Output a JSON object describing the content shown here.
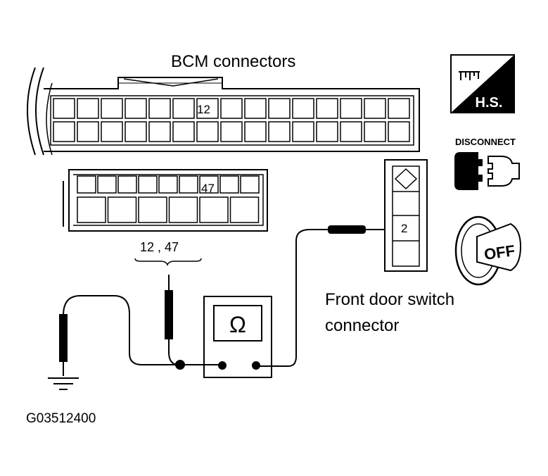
{
  "labels": {
    "bcm_title": "BCM connectors",
    "pin_12": "12",
    "pin_47": "47",
    "bcm_test_pins": "12 , 47",
    "door_pin_2": "2",
    "door_title_1": "Front door switch",
    "door_title_2": "connector",
    "ohm_symbol": "Ω",
    "figure_code": "G03512400"
  },
  "icons": {
    "hs_text": "H.S.",
    "disconnect_text": "DISCONNECT",
    "off_text": "OFF"
  }
}
